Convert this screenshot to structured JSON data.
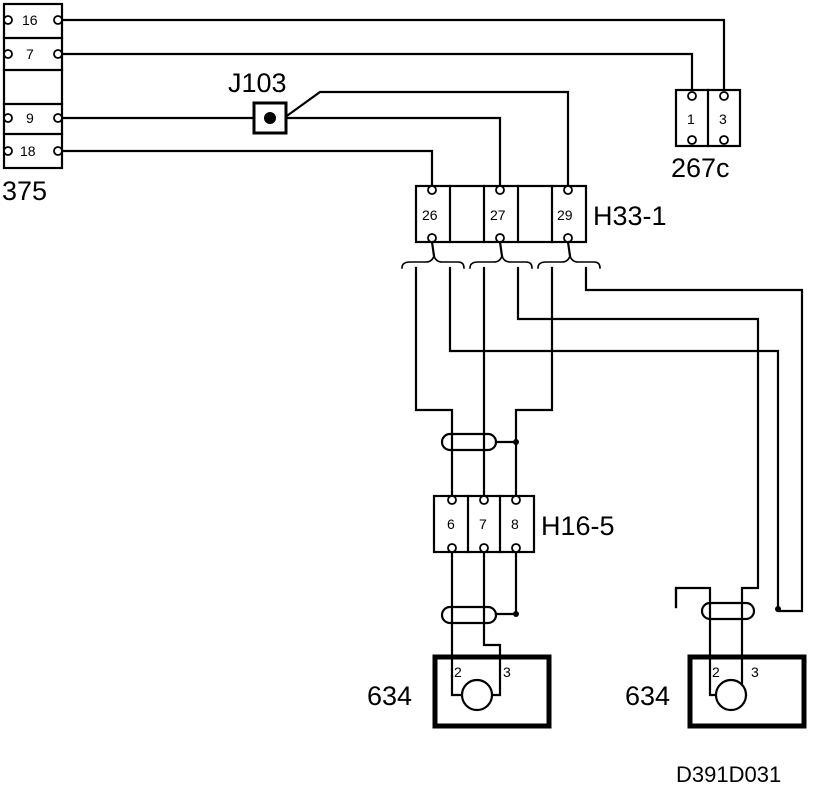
{
  "connectors": {
    "c375": {
      "label": "375",
      "pins": [
        "16",
        "7",
        "9",
        "18"
      ]
    },
    "c267c": {
      "label": "267c",
      "pins": [
        "1",
        "3"
      ]
    },
    "j103": {
      "label": "J103"
    },
    "h33": {
      "label": "H33-1",
      "pins": [
        "26",
        "27",
        "29"
      ]
    },
    "h16": {
      "label": "H16-5",
      "pins": [
        "6",
        "7",
        "8"
      ]
    }
  },
  "components": {
    "left": {
      "label": "634",
      "pins": [
        "2",
        "3"
      ]
    },
    "right": {
      "label": "634",
      "pins": [
        "2",
        "3"
      ]
    }
  },
  "drawing_id": "D391D031"
}
